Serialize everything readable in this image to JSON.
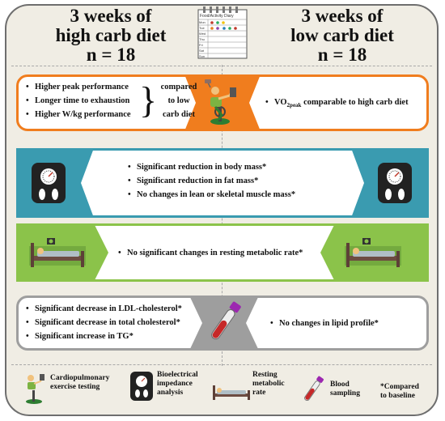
{
  "header": {
    "left_title_line1": "3 weeks of",
    "left_title_line2": "high carb diet",
    "left_n": "n = 18",
    "right_title_line1": "3 weeks of",
    "right_title_line2": "low carb diet",
    "right_n": "n = 18",
    "diary": {
      "title": "Food/Activity Diary",
      "days": [
        "Mon",
        "Tue",
        "Wed",
        "Thu",
        "Fri",
        "Sat",
        "Sun"
      ]
    }
  },
  "sections": {
    "performance": {
      "color": "#f07d1e",
      "left_items": [
        "Higher peak performance",
        "Longer time to exhaustion",
        "Higher W/kg performance"
      ],
      "compared_lines": [
        "compared",
        "to low",
        "carb diet"
      ],
      "right_text_prefix": "VO",
      "right_text_subscript": "2peak",
      "right_text_suffix": " comparable to high carb diet"
    },
    "body_composition": {
      "color": "#3a9bb0",
      "items": [
        "Significant reduction in body mass*",
        "Significant reduction in fat mass*",
        "No changes in lean or skeletal muscle mass*"
      ]
    },
    "metabolic_rate": {
      "color": "#8bc34a",
      "text": "No significant changes in resting metabolic rate*"
    },
    "lipids": {
      "color": "#9e9e9e",
      "left_items": [
        "Significant decrease in LDL-cholesterol*",
        "Significant decrease in total cholesterol*",
        "Significant increase in TG*"
      ],
      "right_text": "No changes in lipid profile*"
    }
  },
  "legend": {
    "cardio": [
      "Cardiopulmonary",
      "exercise testing"
    ],
    "bia": [
      "Bioelectrical",
      "impedance",
      "analysis"
    ],
    "rmr": [
      "Resting",
      "metabolic",
      "rate"
    ],
    "blood": [
      "Blood",
      "sampling"
    ],
    "note": [
      "*Compared",
      "to baseline"
    ]
  }
}
